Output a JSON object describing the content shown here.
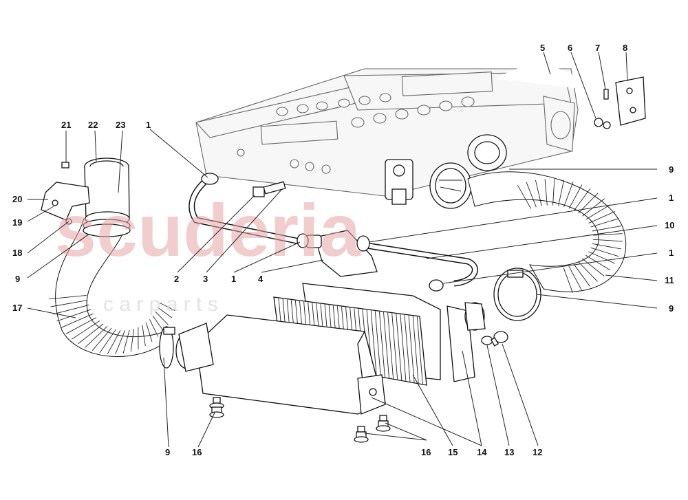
{
  "watermark": {
    "main": "scuderia",
    "sub": "c a r   p a r t s"
  },
  "colors": {
    "watermark_main": "#e8a5a5",
    "watermark_sub": "#d8d8d8",
    "line": "#111111"
  },
  "callouts": [
    {
      "id": "c-21",
      "text": "21"
    },
    {
      "id": "c-22",
      "text": "22"
    },
    {
      "id": "c-23",
      "text": "23"
    },
    {
      "id": "c-20",
      "text": "20"
    },
    {
      "id": "c-19",
      "text": "19"
    },
    {
      "id": "c-18",
      "text": "18"
    },
    {
      "id": "c-9a",
      "text": "9"
    },
    {
      "id": "c-17",
      "text": "17"
    },
    {
      "id": "c-9b",
      "text": "9"
    },
    {
      "id": "c-16a",
      "text": "16"
    },
    {
      "id": "c-1a",
      "text": "1"
    },
    {
      "id": "c-2",
      "text": "2"
    },
    {
      "id": "c-3",
      "text": "3"
    },
    {
      "id": "c-1b",
      "text": "1"
    },
    {
      "id": "c-4",
      "text": "4"
    },
    {
      "id": "c-5",
      "text": "5"
    },
    {
      "id": "c-6",
      "text": "6"
    },
    {
      "id": "c-7",
      "text": "7"
    },
    {
      "id": "c-8",
      "text": "8"
    },
    {
      "id": "c-9c",
      "text": "9"
    },
    {
      "id": "c-1c",
      "text": "1"
    },
    {
      "id": "c-10",
      "text": "10"
    },
    {
      "id": "c-1d",
      "text": "1"
    },
    {
      "id": "c-11",
      "text": "11"
    },
    {
      "id": "c-9d",
      "text": "9"
    },
    {
      "id": "c-12",
      "text": "12"
    },
    {
      "id": "c-13",
      "text": "13"
    },
    {
      "id": "c-14",
      "text": "14"
    },
    {
      "id": "c-15",
      "text": "15"
    },
    {
      "id": "c-16b",
      "text": "16"
    }
  ]
}
